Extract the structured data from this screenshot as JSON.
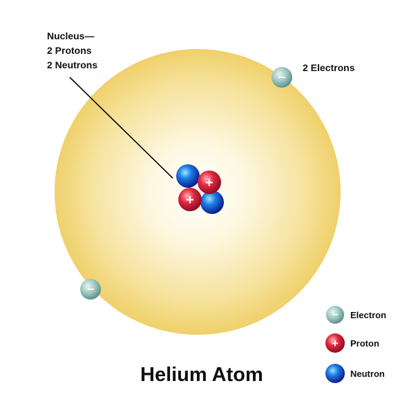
{
  "labels": {
    "nucleus_line1": "Nucleus—",
    "nucleus_line2": "2 Protons",
    "nucleus_line3": "2 Neutrons",
    "electrons": "2 Electrons",
    "title": "Helium Atom"
  },
  "legend": [
    {
      "key": "electron",
      "label": "Electron",
      "symbol": "−"
    },
    {
      "key": "proton",
      "label": "Proton",
      "symbol": "+"
    },
    {
      "key": "neutron",
      "label": "Neutron",
      "symbol": ""
    }
  ],
  "particle_symbols": {
    "electron": "−",
    "proton": "+"
  },
  "colors": {
    "cloud_center": "#ffffff",
    "cloud_edge": "#f0d370",
    "electron": "#9fc8c2",
    "proton": "#e0243c",
    "neutron": "#1a4fd6",
    "text": "#111111",
    "line": "#000000"
  }
}
